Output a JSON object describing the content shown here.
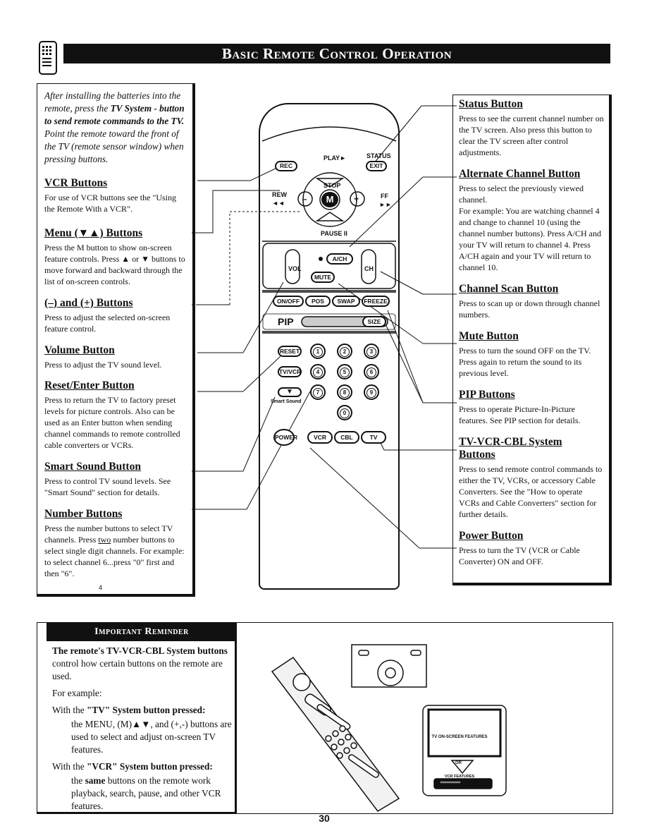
{
  "header": {
    "title": "Basic Remote Control Operation",
    "icon": "remote-control-icon"
  },
  "left_column": {
    "intro_parts": [
      "After installing the batteries into the remote, press the ",
      "TV System - button to send remote commands to the TV.",
      " Point the remote toward the front of the TV (remote sensor window) when pressing buttons."
    ],
    "sections": [
      {
        "heading": "VCR Buttons",
        "text": "For use of VCR buttons see the \"Using the Remote With a VCR\"."
      },
      {
        "heading": "Menu (▼▲) Buttons",
        "text": "Press the M button to show on-screen feature controls. Press ▲ or ▼ buttons to move forward and backward through the list of on-screen controls."
      },
      {
        "heading": "(–) and (+) Buttons",
        "text": "Press to adjust the selected on-screen feature control."
      },
      {
        "heading": "Volume Button",
        "text": "Press to adjust the TV sound level."
      },
      {
        "heading": "Reset/Enter Button",
        "text": "Press to return the TV to factory preset levels for picture controls. Also can be used as an Enter button when sending channel commands to remote controlled cable converters or VCRs."
      },
      {
        "heading": "Smart Sound Button",
        "text": "Press to control TV sound levels. See \"Smart Sound\" section for details."
      },
      {
        "heading": "Number Buttons",
        "text_parts": [
          "Press the number buttons to select TV channels. Press ",
          "two",
          " number buttons to select single digit channels. For example: to select channel 6...press \"0\" first and then \"6\"."
        ]
      }
    ]
  },
  "right_column": {
    "sections": [
      {
        "heading": "Status Button",
        "text": "Press to see the current channel number on the TV screen. Also press this button to clear the TV screen after control adjustments."
      },
      {
        "heading": "Alternate Channel Button",
        "text": "Press to select the previously viewed channel.\nFor example: You are watching channel 4 and change to channel 10 (using the channel number buttons). Press A/CH and your TV will return to channel 4. Press A/CH again and your TV will return to channel 10."
      },
      {
        "heading": "Channel Scan Button",
        "text": "Press to scan up or down through channel numbers."
      },
      {
        "heading": "Mute Button",
        "text": "Press to turn the sound OFF on the TV. Press again to return the sound to its previous level."
      },
      {
        "heading": "PIP Buttons",
        "text": "Press to operate Picture-In-Picture features. See PIP section for details."
      },
      {
        "heading": "TV-VCR-CBL System Buttons",
        "text": "Press to send remote control commands to either the TV, VCRs, or accessory Cable Converters. See the \"How to operate VCRs and Cable Converters\" section for further details."
      },
      {
        "heading": "Power Button",
        "text": "Press to turn the TV (VCR or Cable Converter) ON and OFF."
      }
    ]
  },
  "remote": {
    "play": "PLAY►",
    "status": "STATUS",
    "exit": "EXIT",
    "rec": "REC",
    "stop": "STOP",
    "m": "M",
    "rew": "REW",
    "rew_sym": "◄◄",
    "ff": "FF",
    "ff_sym": "►►",
    "minus": "–",
    "plus": "+",
    "pause": "PAUSE II",
    "vol": "VOL",
    "ach": "A/CH",
    "ch": "CH",
    "mute": "MUTE",
    "onoff": "ON/OFF",
    "pos": "POS",
    "swap": "SWAP",
    "freeze": "FREEZE",
    "pip": "PIP",
    "size": "SIZE",
    "reset": "RESET",
    "tvvcr": "TV/VCR",
    "smart_sound": "Smart Sound",
    "numbers": [
      "1",
      "2",
      "3",
      "4",
      "5",
      "6",
      "7",
      "8",
      "9",
      "0"
    ],
    "power": "POWER",
    "vcr": "VCR",
    "cbl": "CBL",
    "tv": "TV"
  },
  "left_page_num": "4",
  "reminder": {
    "header": "Important Reminder",
    "intro_bold": "The remote's TV-VCR-CBL System buttons",
    "intro_rest": " control how certain buttons on the remote are used.",
    "example": "For example:",
    "tv_lead": "With the ",
    "tv_bold": "\"TV\" System button pressed:",
    "tv_text": "the MENU, (M)▲▼, and (+,-) buttons are used to select and adjust on-screen TV features.",
    "vcr_lead": "With the ",
    "vcr_bold": "\"VCR\" System button pressed:",
    "vcr_text_pre": "the ",
    "vcr_text_bold": "same",
    "vcr_text_post": " buttons on the remote work playback, search, pause, and other VCR features."
  },
  "illustration": {
    "tv_screen": "TV ON-SCREEN FEATURES",
    "or": "OR",
    "vcr_features": "VCR FEATURES"
  },
  "page_number": "30"
}
